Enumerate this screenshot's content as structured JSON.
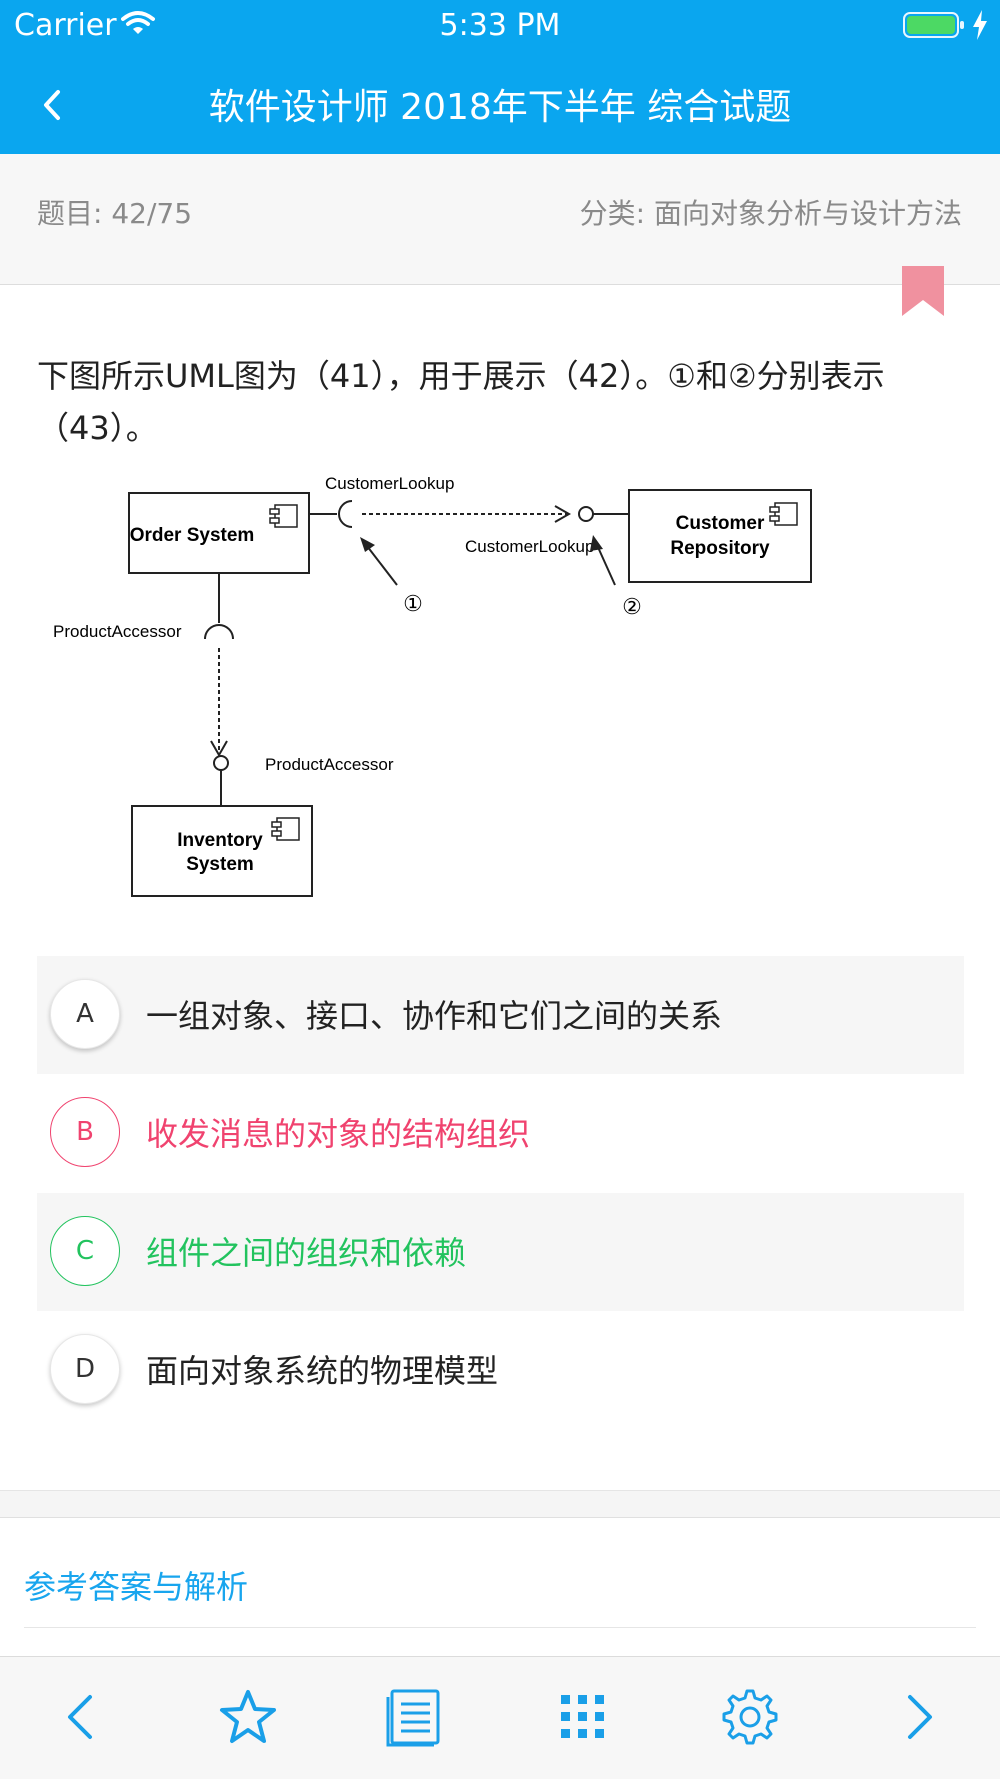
{
  "status": {
    "carrier": "Carrier",
    "time": "5:33 PM"
  },
  "header": {
    "title": "软件设计师 2018年下半年 综合试题",
    "back_icon": "chevron-left-icon"
  },
  "meta": {
    "progress": "题目: 42/75",
    "category": "分类: 面向对象分析与设计方法"
  },
  "bookmarked": true,
  "question": {
    "text": "下图所示UML图为（41），用于展示（42）。①和②分别表示（43）。"
  },
  "diagram": {
    "order_system": "Order System",
    "customer_repository_line1": "Customer",
    "customer_repository_line2": "Repository",
    "inventory_line1": "Inventory",
    "inventory_line2": "System",
    "customer_lookup_top": "CustomerLookup",
    "customer_lookup_bottom": "CustomerLookup",
    "product_accessor_left": "ProductAccessor",
    "product_accessor_bottom": "ProductAccessor",
    "marker1": "①",
    "marker2": "②"
  },
  "options": [
    {
      "letter": "A",
      "text": "一组对象、接口、协作和它们之间的关系",
      "state": "normal"
    },
    {
      "letter": "B",
      "text": "收发消息的对象的结构组织",
      "state": "wrong"
    },
    {
      "letter": "C",
      "text": "组件之间的组织和依赖",
      "state": "correct"
    },
    {
      "letter": "D",
      "text": "面向对象系统的物理模型",
      "state": "normal"
    }
  ],
  "analysis": {
    "label": "参考答案与解析"
  },
  "toolbar": {
    "items": [
      "prev-icon",
      "star-icon",
      "answer-sheet-icon",
      "grid-icon",
      "settings-icon",
      "next-icon"
    ]
  },
  "colors": {
    "header": "#0aa6ef",
    "wrong": "#f0436f",
    "correct": "#22c35e",
    "accent": "#18a5ee",
    "bookmark": "#f0919f"
  }
}
